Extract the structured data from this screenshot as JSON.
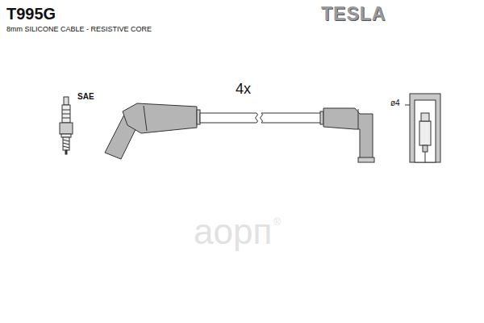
{
  "diagram": {
    "title": "T995G",
    "labels": [
      "8mm SILICONE CABLE - RESISTIVE CORE",
      "TESLA",
      "SAE",
      "4x",
      "ø4",
      "аорп",
      "®"
    ]
  }
}
